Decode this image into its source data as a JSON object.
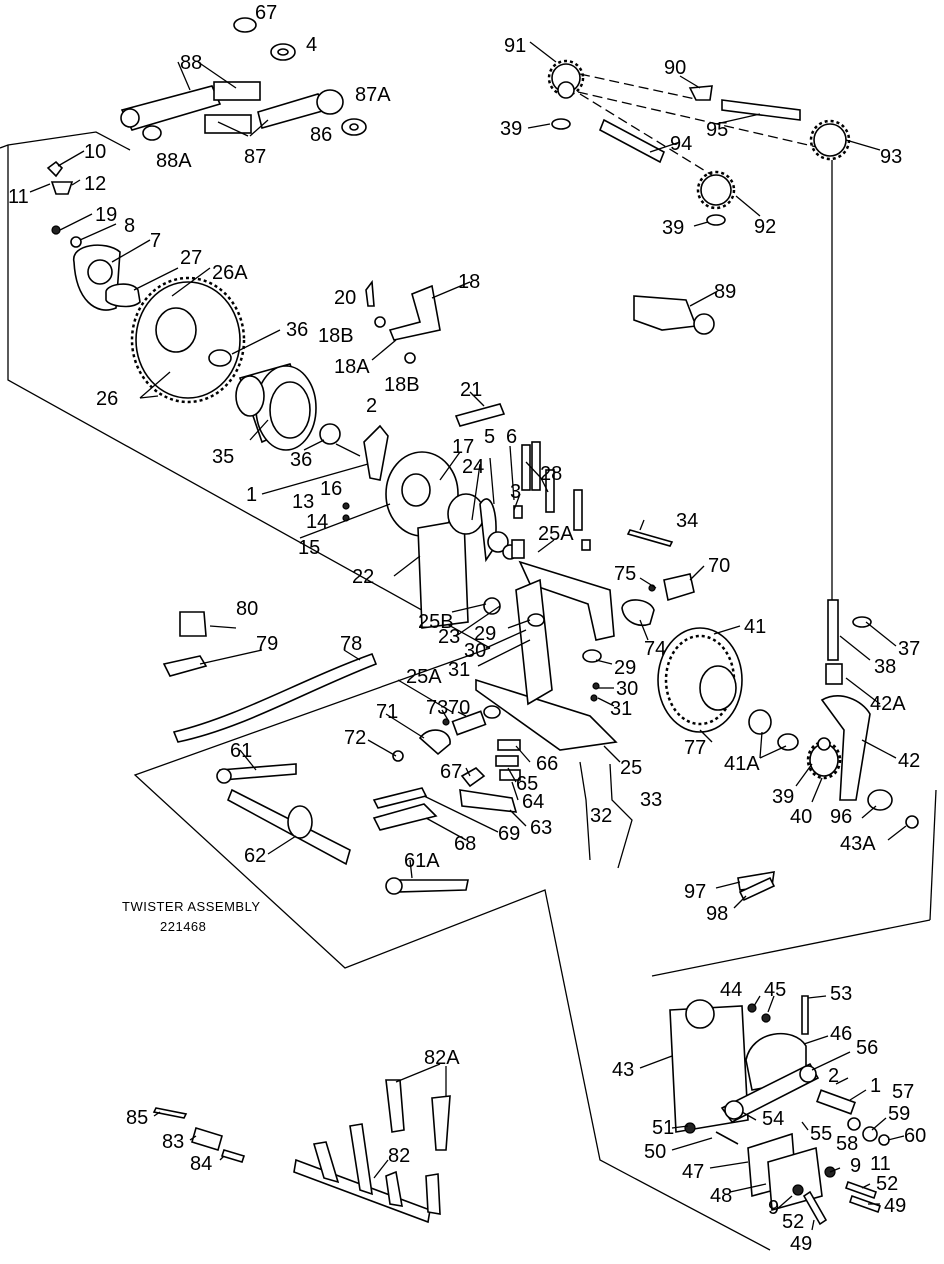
{
  "caption": {
    "line1": "TWISTER ASSEMBLY",
    "line2": "221468"
  },
  "callouts": [
    {
      "id": "c67a",
      "text": "67"
    },
    {
      "id": "c4",
      "text": "4"
    },
    {
      "id": "c88",
      "text": "88"
    },
    {
      "id": "c87A",
      "text": "87A"
    },
    {
      "id": "c86",
      "text": "86"
    },
    {
      "id": "c87",
      "text": "87"
    },
    {
      "id": "c88A",
      "text": "88A"
    },
    {
      "id": "c10",
      "text": "10"
    },
    {
      "id": "c11a",
      "text": "11"
    },
    {
      "id": "c12",
      "text": "12"
    },
    {
      "id": "c19",
      "text": "19"
    },
    {
      "id": "c8",
      "text": "8"
    },
    {
      "id": "c7",
      "text": "7"
    },
    {
      "id": "c27",
      "text": "27"
    },
    {
      "id": "c26A",
      "text": "26A"
    },
    {
      "id": "c26",
      "text": "26"
    },
    {
      "id": "c20",
      "text": "20"
    },
    {
      "id": "c18",
      "text": "18"
    },
    {
      "id": "c36a",
      "text": "36"
    },
    {
      "id": "c18B1",
      "text": "18B"
    },
    {
      "id": "c18A",
      "text": "18A"
    },
    {
      "id": "c18B2",
      "text": "18B"
    },
    {
      "id": "c21",
      "text": "21"
    },
    {
      "id": "c2a",
      "text": "2"
    },
    {
      "id": "c35",
      "text": "35"
    },
    {
      "id": "c36b",
      "text": "36"
    },
    {
      "id": "c17",
      "text": "17"
    },
    {
      "id": "c5",
      "text": "5"
    },
    {
      "id": "c6",
      "text": "6"
    },
    {
      "id": "c28",
      "text": "28"
    },
    {
      "id": "c24",
      "text": "24"
    },
    {
      "id": "c1a",
      "text": "1"
    },
    {
      "id": "c16",
      "text": "16"
    },
    {
      "id": "c13",
      "text": "13"
    },
    {
      "id": "c14",
      "text": "14"
    },
    {
      "id": "c15",
      "text": "15"
    },
    {
      "id": "c3",
      "text": "3"
    },
    {
      "id": "c25A1",
      "text": "25A"
    },
    {
      "id": "c34",
      "text": "34"
    },
    {
      "id": "c22",
      "text": "22"
    },
    {
      "id": "c75",
      "text": "75"
    },
    {
      "id": "c70a",
      "text": "70"
    },
    {
      "id": "c25B",
      "text": "25B"
    },
    {
      "id": "c29a",
      "text": "29"
    },
    {
      "id": "c23",
      "text": "23"
    },
    {
      "id": "c30a",
      "text": "30"
    },
    {
      "id": "c31a",
      "text": "31"
    },
    {
      "id": "c74",
      "text": "74"
    },
    {
      "id": "c29b",
      "text": "29"
    },
    {
      "id": "c30b",
      "text": "30"
    },
    {
      "id": "c31b",
      "text": "31"
    },
    {
      "id": "c41",
      "text": "41"
    },
    {
      "id": "c80",
      "text": "80"
    },
    {
      "id": "c79",
      "text": "79"
    },
    {
      "id": "c78",
      "text": "78"
    },
    {
      "id": "c25A2",
      "text": "25A"
    },
    {
      "id": "c73",
      "text": "73"
    },
    {
      "id": "c70b",
      "text": "70"
    },
    {
      "id": "c71",
      "text": "71"
    },
    {
      "id": "c72",
      "text": "72"
    },
    {
      "id": "c67b",
      "text": "67"
    },
    {
      "id": "c66",
      "text": "66"
    },
    {
      "id": "c65",
      "text": "65"
    },
    {
      "id": "c64",
      "text": "64"
    },
    {
      "id": "c63",
      "text": "63"
    },
    {
      "id": "c69",
      "text": "69"
    },
    {
      "id": "c68",
      "text": "68"
    },
    {
      "id": "c25",
      "text": "25"
    },
    {
      "id": "c77",
      "text": "77"
    },
    {
      "id": "c41A",
      "text": "41A"
    },
    {
      "id": "c32",
      "text": "32"
    },
    {
      "id": "c33",
      "text": "33"
    },
    {
      "id": "c61",
      "text": "61"
    },
    {
      "id": "c62",
      "text": "62"
    },
    {
      "id": "c61A",
      "text": "61A"
    },
    {
      "id": "c91",
      "text": "91"
    },
    {
      "id": "c90",
      "text": "90"
    },
    {
      "id": "c39a",
      "text": "39"
    },
    {
      "id": "c95",
      "text": "95"
    },
    {
      "id": "c94",
      "text": "94"
    },
    {
      "id": "c93",
      "text": "93"
    },
    {
      "id": "c39b",
      "text": "39"
    },
    {
      "id": "c92",
      "text": "92"
    },
    {
      "id": "c89",
      "text": "89"
    },
    {
      "id": "c37",
      "text": "37"
    },
    {
      "id": "c38",
      "text": "38"
    },
    {
      "id": "c42A",
      "text": "42A"
    },
    {
      "id": "c42",
      "text": "42"
    },
    {
      "id": "c39c",
      "text": "39"
    },
    {
      "id": "c40",
      "text": "40"
    },
    {
      "id": "c96",
      "text": "96"
    },
    {
      "id": "c43A",
      "text": "43A"
    },
    {
      "id": "c97",
      "text": "97"
    },
    {
      "id": "c98",
      "text": "98"
    },
    {
      "id": "c44",
      "text": "44"
    },
    {
      "id": "c45",
      "text": "45"
    },
    {
      "id": "c53",
      "text": "53"
    },
    {
      "id": "c46",
      "text": "46"
    },
    {
      "id": "c43",
      "text": "43"
    },
    {
      "id": "c56",
      "text": "56"
    },
    {
      "id": "c2b",
      "text": "2"
    },
    {
      "id": "c1b",
      "text": "1"
    },
    {
      "id": "c57",
      "text": "57"
    },
    {
      "id": "c51",
      "text": "51"
    },
    {
      "id": "c54",
      "text": "54"
    },
    {
      "id": "c55",
      "text": "55"
    },
    {
      "id": "c58",
      "text": "58"
    },
    {
      "id": "c59",
      "text": "59"
    },
    {
      "id": "c50",
      "text": "50"
    },
    {
      "id": "c60",
      "text": "60"
    },
    {
      "id": "c11b",
      "text": "11"
    },
    {
      "id": "c9a",
      "text": "9"
    },
    {
      "id": "c47",
      "text": "47"
    },
    {
      "id": "c52a",
      "text": "52"
    },
    {
      "id": "c48",
      "text": "48"
    },
    {
      "id": "c9b",
      "text": "9"
    },
    {
      "id": "c49a",
      "text": "49"
    },
    {
      "id": "c52b",
      "text": "52"
    },
    {
      "id": "c49b",
      "text": "49"
    },
    {
      "id": "c82A",
      "text": "82A"
    },
    {
      "id": "c85",
      "text": "85"
    },
    {
      "id": "c83",
      "text": "83"
    },
    {
      "id": "c84",
      "text": "84"
    },
    {
      "id": "c82",
      "text": "82"
    }
  ]
}
